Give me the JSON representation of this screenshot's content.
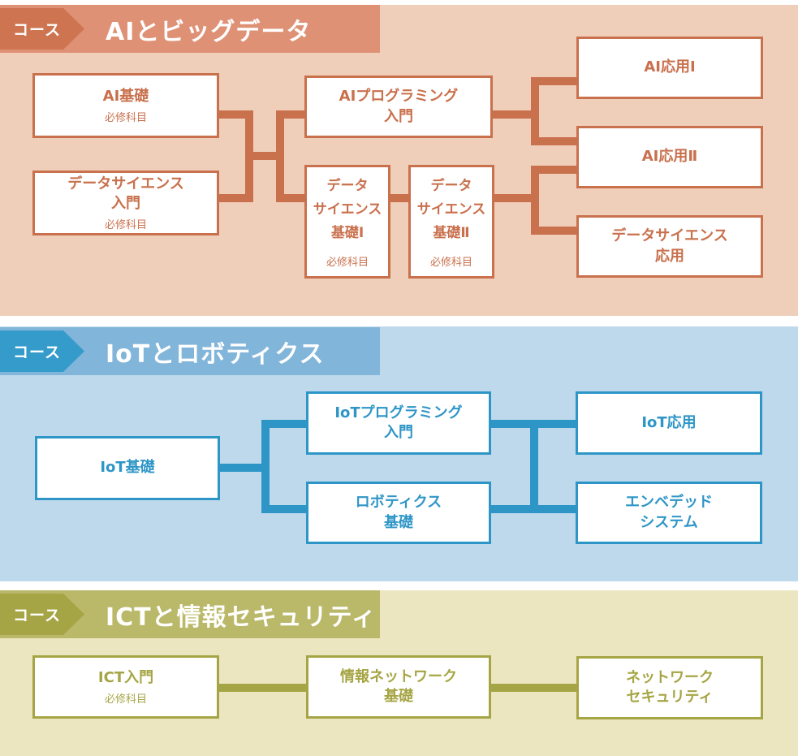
{
  "sections": [
    {
      "tag": "コース",
      "title": "AIとビッグデータ",
      "colors": {
        "background": "#F0CFBA",
        "bar": "#DE9175",
        "chevron": "#CE7450",
        "accent": "#C9704D"
      },
      "nodes": [
        {
          "title": "AI基礎",
          "subtitle": "必修科目"
        },
        {
          "title": "データサイエンス\n入門",
          "subtitle": "必修科目"
        },
        {
          "title": "AIプログラミング\n入門"
        },
        {
          "title": "データ\nサイエンス\n基礎Ⅰ",
          "subtitle": "必修科目"
        },
        {
          "title": "データ\nサイエンス\n基礎Ⅱ",
          "subtitle": "必修科目"
        },
        {
          "title": "AI応用Ⅰ"
        },
        {
          "title": "AI応用Ⅱ"
        },
        {
          "title": "データサイエンス\n応用"
        }
      ]
    },
    {
      "tag": "コース",
      "title": "IoTとロボティクス",
      "colors": {
        "background": "#BFD9EC",
        "bar": "#82B5DA",
        "chevron": "#359BCB",
        "accent": "#2E96C7"
      },
      "nodes": [
        {
          "title": "IoT基礎"
        },
        {
          "title": "IoTプログラミング\n入門"
        },
        {
          "title": "ロボティクス\n基礎"
        },
        {
          "title": "IoT応用"
        },
        {
          "title": "エンベデッド\nシステム"
        }
      ]
    },
    {
      "tag": "コース",
      "title": "ICTと情報セキュリティ",
      "colors": {
        "background": "#ECE6C0",
        "bar": "#BAB869",
        "chevron": "#A6A545",
        "accent": "#A6A545"
      },
      "nodes": [
        {
          "title": "ICT入門",
          "subtitle": "必修科目"
        },
        {
          "title": "情報ネットワーク\n基礎"
        },
        {
          "title": "ネットワーク\nセキュリティ"
        }
      ]
    }
  ]
}
